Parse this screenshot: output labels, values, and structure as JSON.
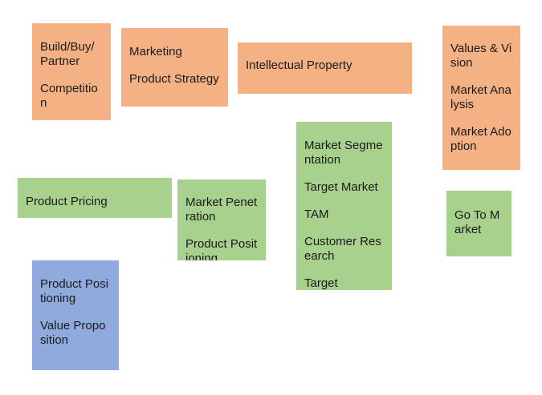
{
  "notes": [
    {
      "id": "n1",
      "color": "orange",
      "lines": [
        "Build/Buy/ Partner",
        "Competition"
      ]
    },
    {
      "id": "n2",
      "color": "orange",
      "lines": [
        "Marketing",
        "Product Strategy"
      ]
    },
    {
      "id": "n3",
      "color": "orange",
      "lines": [
        "Intellectual Property"
      ]
    },
    {
      "id": "n4",
      "color": "orange",
      "lines": [
        "Values & Vision",
        "Market Analysis",
        "Market Adoption"
      ]
    },
    {
      "id": "n5",
      "color": "green",
      "lines": [
        "Market Segmentation",
        "Target Market",
        "TAM",
        "Customer Research",
        "Target"
      ]
    },
    {
      "id": "n6",
      "color": "green",
      "lines": [
        "Product Pricing"
      ]
    },
    {
      "id": "n7",
      "color": "green",
      "lines": [
        "Market Penetration",
        "Product Positioning"
      ]
    },
    {
      "id": "n8",
      "color": "green",
      "lines": [
        "Go To Market"
      ]
    },
    {
      "id": "n9",
      "color": "blue",
      "lines": [
        "Product Positioning",
        "Value Proposition"
      ]
    }
  ],
  "colors": {
    "orange": "#f4b183",
    "green": "#a9d18e",
    "blue": "#8faadc"
  }
}
